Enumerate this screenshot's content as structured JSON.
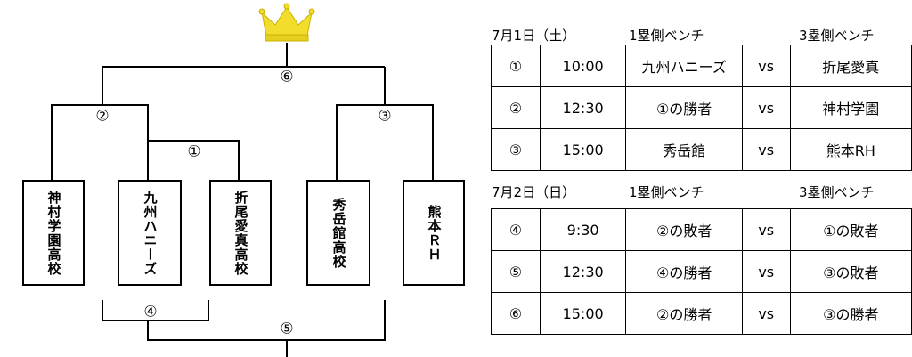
{
  "bracket": {
    "teams": [
      "神村学園高校",
      "九州ハニーズ",
      "折尾愛真高校",
      "秀岳館高校",
      "熊本ＲＨ"
    ],
    "match_labels": [
      "①",
      "②",
      "③",
      "④",
      "⑤",
      "⑥"
    ]
  },
  "schedule": [
    {
      "date": "7月1日（土）",
      "home_header": "1塁側ベンチ",
      "away_header": "3塁側ベンチ",
      "rows": [
        {
          "no": "①",
          "time": "10:00",
          "home": "九州ハニーズ",
          "vs": "vs",
          "away": "折尾愛真"
        },
        {
          "no": "②",
          "time": "12:30",
          "home": "①の勝者",
          "vs": "vs",
          "away": "神村学園"
        },
        {
          "no": "③",
          "time": "15:00",
          "home": "秀岳館",
          "vs": "vs",
          "away": "熊本RH"
        }
      ]
    },
    {
      "date": "7月2日（日）",
      "home_header": "1塁側ベンチ",
      "away_header": "3塁側ベンチ",
      "rows": [
        {
          "no": "④",
          "time": "9:30",
          "home": "②の敗者",
          "vs": "vs",
          "away": "①の敗者"
        },
        {
          "no": "⑤",
          "time": "12:30",
          "home": "④の勝者",
          "vs": "vs",
          "away": "③の敗者"
        },
        {
          "no": "⑥",
          "time": "15:00",
          "home": "②の勝者",
          "vs": "vs",
          "away": "③の勝者"
        }
      ]
    }
  ],
  "colors": {
    "crown": "#f2dc2c",
    "crown_dark": "#c9b200",
    "line": "#000000"
  }
}
